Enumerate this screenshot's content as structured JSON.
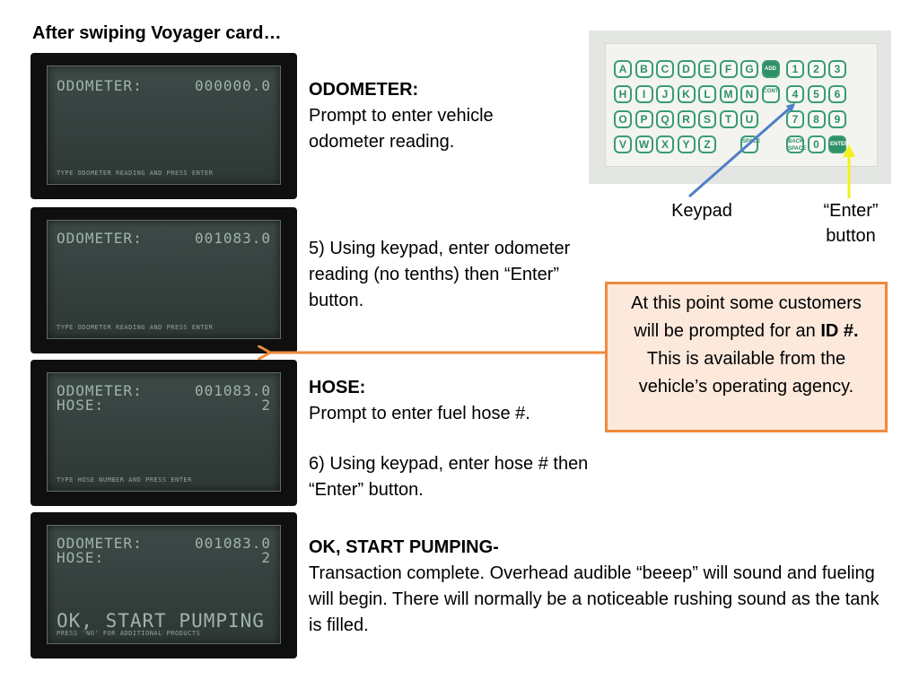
{
  "slide_title": "After swiping Voyager card…",
  "screens": [
    {
      "line1_label": "ODOMETER:",
      "line1_value": "000000.0",
      "footer": "TYPE ODOMETER READING AND PRESS ENTER"
    },
    {
      "line1_label": "ODOMETER:",
      "line1_value": "001083.0",
      "footer": "TYPE ODOMETER READING AND PRESS ENTER"
    },
    {
      "line1_label": "ODOMETER:",
      "line1_value": "001083.0",
      "line2_label": "HOSE:",
      "line2_value": "2",
      "footer": "TYPE HOSE NUMBER AND PRESS ENTER"
    },
    {
      "line1_label": "ODOMETER:",
      "line1_value": "001083.0",
      "line2_label": "HOSE:",
      "line2_value": "2",
      "big": "OK, START PUMPING",
      "footer": "PRESS 'NO' FOR ADDITIONAL PRODUCTS"
    }
  ],
  "steps": {
    "odometer_heading": "ODOMETER:",
    "odometer_body": "Prompt to enter vehicle odometer reading.",
    "step5": "5) Using keypad, enter odometer reading (no tenths) then “Enter” button.",
    "hose_heading": "HOSE:",
    "hose_body": "Prompt to enter fuel hose #.",
    "step6": "6) Using keypad, enter hose # then “Enter” button.",
    "pump_heading": "OK,  START PUMPING-",
    "pump_body": "Transaction complete. Overhead audible “beeep” will sound and fueling will begin. There will normally be a noticeable rushing sound as the tank is filled."
  },
  "keypad": {
    "row1": [
      "A",
      "B",
      "C",
      "D",
      "E",
      "F",
      "G",
      "ADD",
      "1",
      "2",
      "3"
    ],
    "row2": [
      "H",
      "I",
      "J",
      "K",
      "L",
      "M",
      "N",
      "CONT",
      "4",
      "5",
      "6"
    ],
    "row3": [
      "O",
      "P",
      "Q",
      "R",
      "S",
      "T",
      "U",
      "7",
      "8",
      "9"
    ],
    "row4": [
      "V",
      "W",
      "X",
      "Y",
      "Z",
      "SPACE",
      "BACK SPACE",
      "0",
      "ENTER"
    ]
  },
  "labels": {
    "keypad": "Keypad",
    "enter_button": "“Enter” button"
  },
  "callout": {
    "before": "At this point some customers will be prompted for an ",
    "bold": "ID #.",
    "after": " This is available from the vehicle’s operating agency."
  },
  "colors": {
    "callout_fill": "#fce9dc",
    "callout_border": "#ee8a3c",
    "arrow_keypad": "#4f7fc4",
    "arrow_enter": "#f2f21a",
    "arrow_callout": "#ee8a3c",
    "key_green": "#2f8f66"
  }
}
